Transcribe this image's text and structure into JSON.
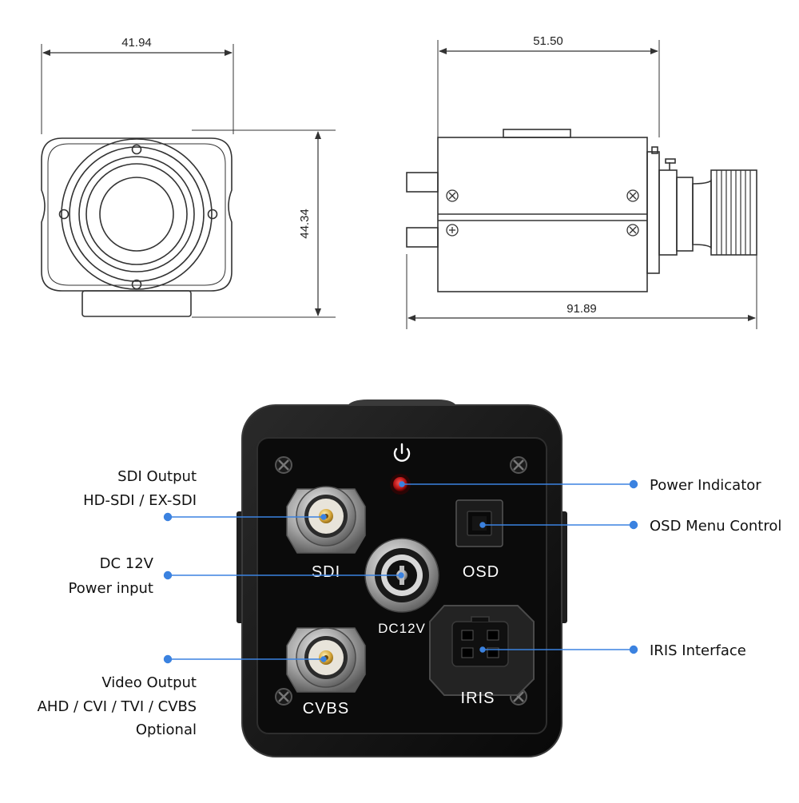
{
  "dimensions": {
    "front_width": "41.94",
    "front_height": "44.34",
    "side_body_length": "51.50",
    "side_total_length": "91.89"
  },
  "panel": {
    "port_labels": {
      "sdi": "SDI",
      "osd": "OSD",
      "dc": "DC12V",
      "cvbs": "CVBS",
      "iris": "IRIS"
    }
  },
  "callouts": {
    "left": [
      {
        "lines": [
          "SDI Output",
          "HD-SDI / EX-SDI"
        ]
      },
      {
        "lines": [
          "DC 12V",
          "Power input"
        ]
      },
      {
        "lines": [
          "Video Output",
          "AHD / CVI / TVI / CVBS",
          "Optional"
        ]
      }
    ],
    "right": [
      {
        "label": "Power Indicator"
      },
      {
        "label": "OSD Menu Control"
      },
      {
        "label": "IRIS Interface"
      }
    ]
  },
  "colors": {
    "callout_line": "#3b82e0",
    "drawing_line": "#333333",
    "camera_body": "#141414",
    "panel": "#0c0c0c",
    "led": "#c81818",
    "connector_gold": "#d8a83a"
  },
  "icons": [
    "power-icon",
    "screw-icon"
  ]
}
